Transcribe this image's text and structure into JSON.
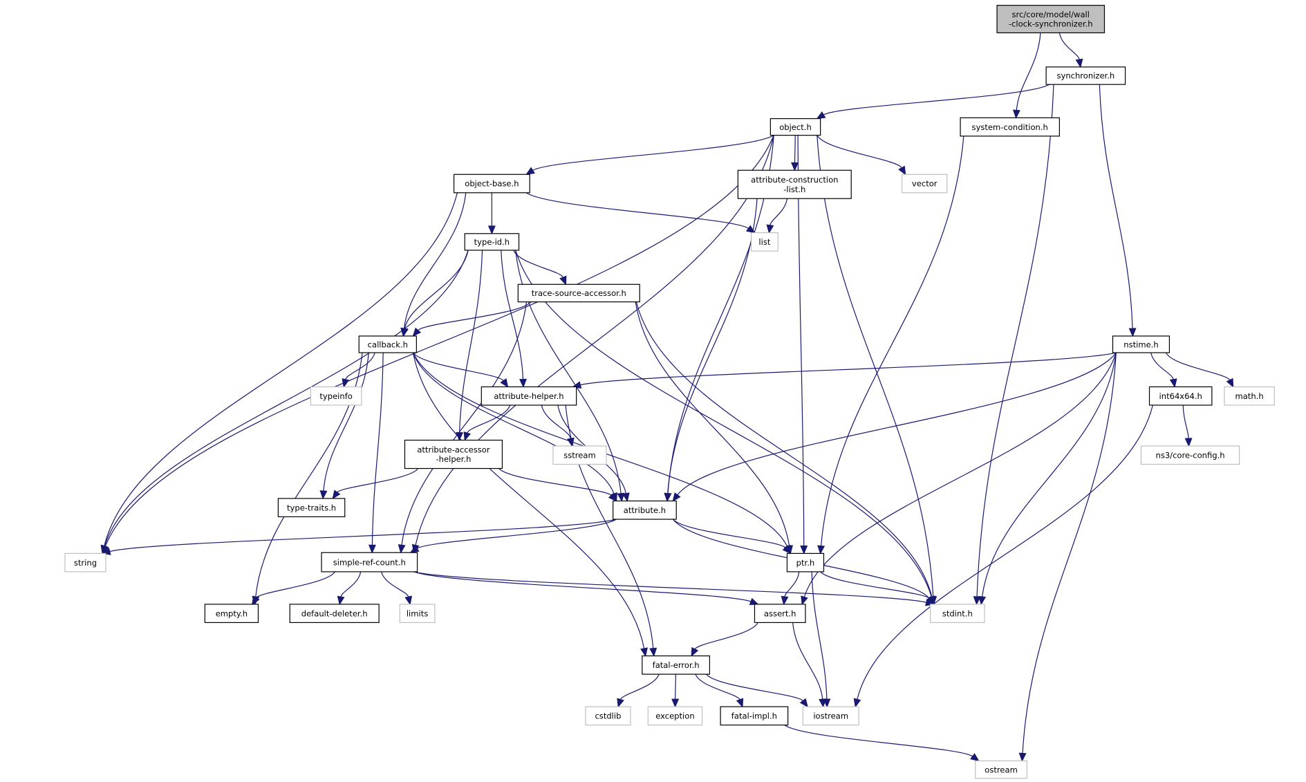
{
  "graph": {
    "edge_color": "#191970",
    "external_border_color": "#bfbfbf",
    "root_fill_color": "#bfbfbf",
    "nodes": [
      {
        "id": "root",
        "label": [
          "src/core/model/wall",
          "-clock-synchronizer.h"
        ],
        "kind": "root"
      },
      {
        "id": "synchronizer",
        "label": [
          "synchronizer.h"
        ],
        "kind": "internal"
      },
      {
        "id": "system_condition",
        "label": [
          "system-condition.h"
        ],
        "kind": "internal"
      },
      {
        "id": "object",
        "label": [
          "object.h"
        ],
        "kind": "internal"
      },
      {
        "id": "vector",
        "label": [
          "vector"
        ],
        "kind": "external"
      },
      {
        "id": "object_base",
        "label": [
          "object-base.h"
        ],
        "kind": "internal"
      },
      {
        "id": "attr_constr_list",
        "label": [
          "attribute-construction",
          "-list.h"
        ],
        "kind": "internal"
      },
      {
        "id": "list",
        "label": [
          "list"
        ],
        "kind": "external"
      },
      {
        "id": "type_id",
        "label": [
          "type-id.h"
        ],
        "kind": "internal"
      },
      {
        "id": "trace_source",
        "label": [
          "trace-source-accessor.h"
        ],
        "kind": "internal"
      },
      {
        "id": "callback",
        "label": [
          "callback.h"
        ],
        "kind": "internal"
      },
      {
        "id": "nstime",
        "label": [
          "nstime.h"
        ],
        "kind": "internal"
      },
      {
        "id": "typeinfo",
        "label": [
          "typeinfo"
        ],
        "kind": "external"
      },
      {
        "id": "attr_helper",
        "label": [
          "attribute-helper.h"
        ],
        "kind": "internal"
      },
      {
        "id": "sstream",
        "label": [
          "sstream"
        ],
        "kind": "external"
      },
      {
        "id": "attr_acc_helper",
        "label": [
          "attribute-accessor",
          "-helper.h"
        ],
        "kind": "internal"
      },
      {
        "id": "int64x64",
        "label": [
          "int64x64.h"
        ],
        "kind": "internal"
      },
      {
        "id": "math",
        "label": [
          "math.h"
        ],
        "kind": "external"
      },
      {
        "id": "core_config",
        "label": [
          "ns3/core-config.h"
        ],
        "kind": "external"
      },
      {
        "id": "type_traits",
        "label": [
          "type-traits.h"
        ],
        "kind": "internal"
      },
      {
        "id": "attribute",
        "label": [
          "attribute.h"
        ],
        "kind": "internal"
      },
      {
        "id": "string",
        "label": [
          "string"
        ],
        "kind": "external"
      },
      {
        "id": "simple_ref",
        "label": [
          "simple-ref-count.h"
        ],
        "kind": "internal"
      },
      {
        "id": "ptr",
        "label": [
          "ptr.h"
        ],
        "kind": "internal"
      },
      {
        "id": "empty",
        "label": [
          "empty.h"
        ],
        "kind": "internal"
      },
      {
        "id": "default_deleter",
        "label": [
          "default-deleter.h"
        ],
        "kind": "internal"
      },
      {
        "id": "limits",
        "label": [
          "limits"
        ],
        "kind": "external"
      },
      {
        "id": "assert",
        "label": [
          "assert.h"
        ],
        "kind": "internal"
      },
      {
        "id": "stdint",
        "label": [
          "stdint.h"
        ],
        "kind": "external"
      },
      {
        "id": "fatal_error",
        "label": [
          "fatal-error.h"
        ],
        "kind": "internal"
      },
      {
        "id": "cstdlib",
        "label": [
          "cstdlib"
        ],
        "kind": "external"
      },
      {
        "id": "exception",
        "label": [
          "exception"
        ],
        "kind": "external"
      },
      {
        "id": "fatal_impl",
        "label": [
          "fatal-impl.h"
        ],
        "kind": "internal"
      },
      {
        "id": "iostream",
        "label": [
          "iostream"
        ],
        "kind": "external"
      },
      {
        "id": "ostream",
        "label": [
          "ostream"
        ],
        "kind": "external"
      }
    ],
    "edges": [
      [
        "root",
        "synchronizer"
      ],
      [
        "root",
        "system_condition"
      ],
      [
        "synchronizer",
        "object"
      ],
      [
        "synchronizer",
        "stdint"
      ],
      [
        "synchronizer",
        "nstime"
      ],
      [
        "system_condition",
        "ptr"
      ],
      [
        "object",
        "string"
      ],
      [
        "object",
        "simple_ref"
      ],
      [
        "object",
        "object_base"
      ],
      [
        "object",
        "attribute"
      ],
      [
        "object",
        "attr_constr_list"
      ],
      [
        "object",
        "vector"
      ],
      [
        "object",
        "ptr"
      ],
      [
        "object",
        "stdint"
      ],
      [
        "object_base",
        "string"
      ],
      [
        "object_base",
        "callback"
      ],
      [
        "object_base",
        "type_id"
      ],
      [
        "object_base",
        "list"
      ],
      [
        "attr_constr_list",
        "list"
      ],
      [
        "attr_constr_list",
        "attribute"
      ],
      [
        "type_id",
        "string"
      ],
      [
        "type_id",
        "callback"
      ],
      [
        "type_id",
        "trace_source"
      ],
      [
        "type_id",
        "attr_helper"
      ],
      [
        "type_id",
        "attr_acc_helper"
      ],
      [
        "type_id",
        "attribute"
      ],
      [
        "type_id",
        "stdint"
      ],
      [
        "trace_source",
        "callback"
      ],
      [
        "trace_source",
        "simple_ref"
      ],
      [
        "trace_source",
        "ptr"
      ],
      [
        "trace_source",
        "stdint"
      ],
      [
        "callback",
        "fatal_error"
      ],
      [
        "callback",
        "empty"
      ],
      [
        "callback",
        "simple_ref"
      ],
      [
        "callback",
        "type_traits"
      ],
      [
        "callback",
        "typeinfo"
      ],
      [
        "callback",
        "attribute"
      ],
      [
        "callback",
        "attr_helper"
      ],
      [
        "callback",
        "ptr"
      ],
      [
        "nstime",
        "attr_helper"
      ],
      [
        "nstime",
        "attribute"
      ],
      [
        "nstime",
        "assert"
      ],
      [
        "nstime",
        "stdint"
      ],
      [
        "nstime",
        "int64x64"
      ],
      [
        "nstime",
        "math"
      ],
      [
        "nstime",
        "ostream"
      ],
      [
        "int64x64",
        "core_config"
      ],
      [
        "int64x64",
        "iostream"
      ],
      [
        "attr_helper",
        "attr_acc_helper"
      ],
      [
        "attr_helper",
        "sstream"
      ],
      [
        "attr_helper",
        "attribute"
      ],
      [
        "attr_helper",
        "fatal_error"
      ],
      [
        "attr_acc_helper",
        "type_traits"
      ],
      [
        "attr_acc_helper",
        "attribute"
      ],
      [
        "attribute",
        "string"
      ],
      [
        "attribute",
        "simple_ref"
      ],
      [
        "attribute",
        "ptr"
      ],
      [
        "attribute",
        "stdint"
      ],
      [
        "simple_ref",
        "empty"
      ],
      [
        "simple_ref",
        "default_deleter"
      ],
      [
        "simple_ref",
        "limits"
      ],
      [
        "simple_ref",
        "assert"
      ],
      [
        "simple_ref",
        "stdint"
      ],
      [
        "ptr",
        "assert"
      ],
      [
        "ptr",
        "stdint"
      ],
      [
        "ptr",
        "iostream"
      ],
      [
        "assert",
        "fatal_error"
      ],
      [
        "assert",
        "iostream"
      ],
      [
        "fatal_error",
        "cstdlib"
      ],
      [
        "fatal_error",
        "exception"
      ],
      [
        "fatal_error",
        "fatal_impl"
      ],
      [
        "fatal_error",
        "iostream"
      ],
      [
        "fatal_impl",
        "ostream"
      ]
    ]
  }
}
